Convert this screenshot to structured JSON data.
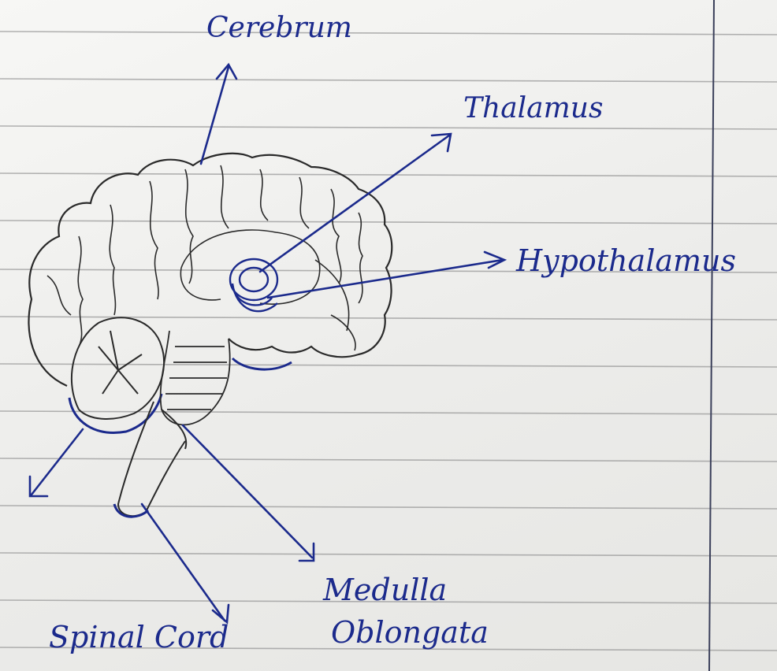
{
  "diagram": {
    "labels": {
      "cerebrum": "Cerebrum",
      "thalamus": "Thalamus",
      "hypothalamus": "Hypothalamus",
      "medulla_line1": "Medulla",
      "medulla_line2": "Oblongata",
      "spinal_cord": "Spinal Cord"
    },
    "colors": {
      "ink": "#1b2a8c",
      "pencil": "#2a2a2a",
      "rule_line": "#9a9a9a",
      "paper": "#f2f2f0"
    }
  }
}
